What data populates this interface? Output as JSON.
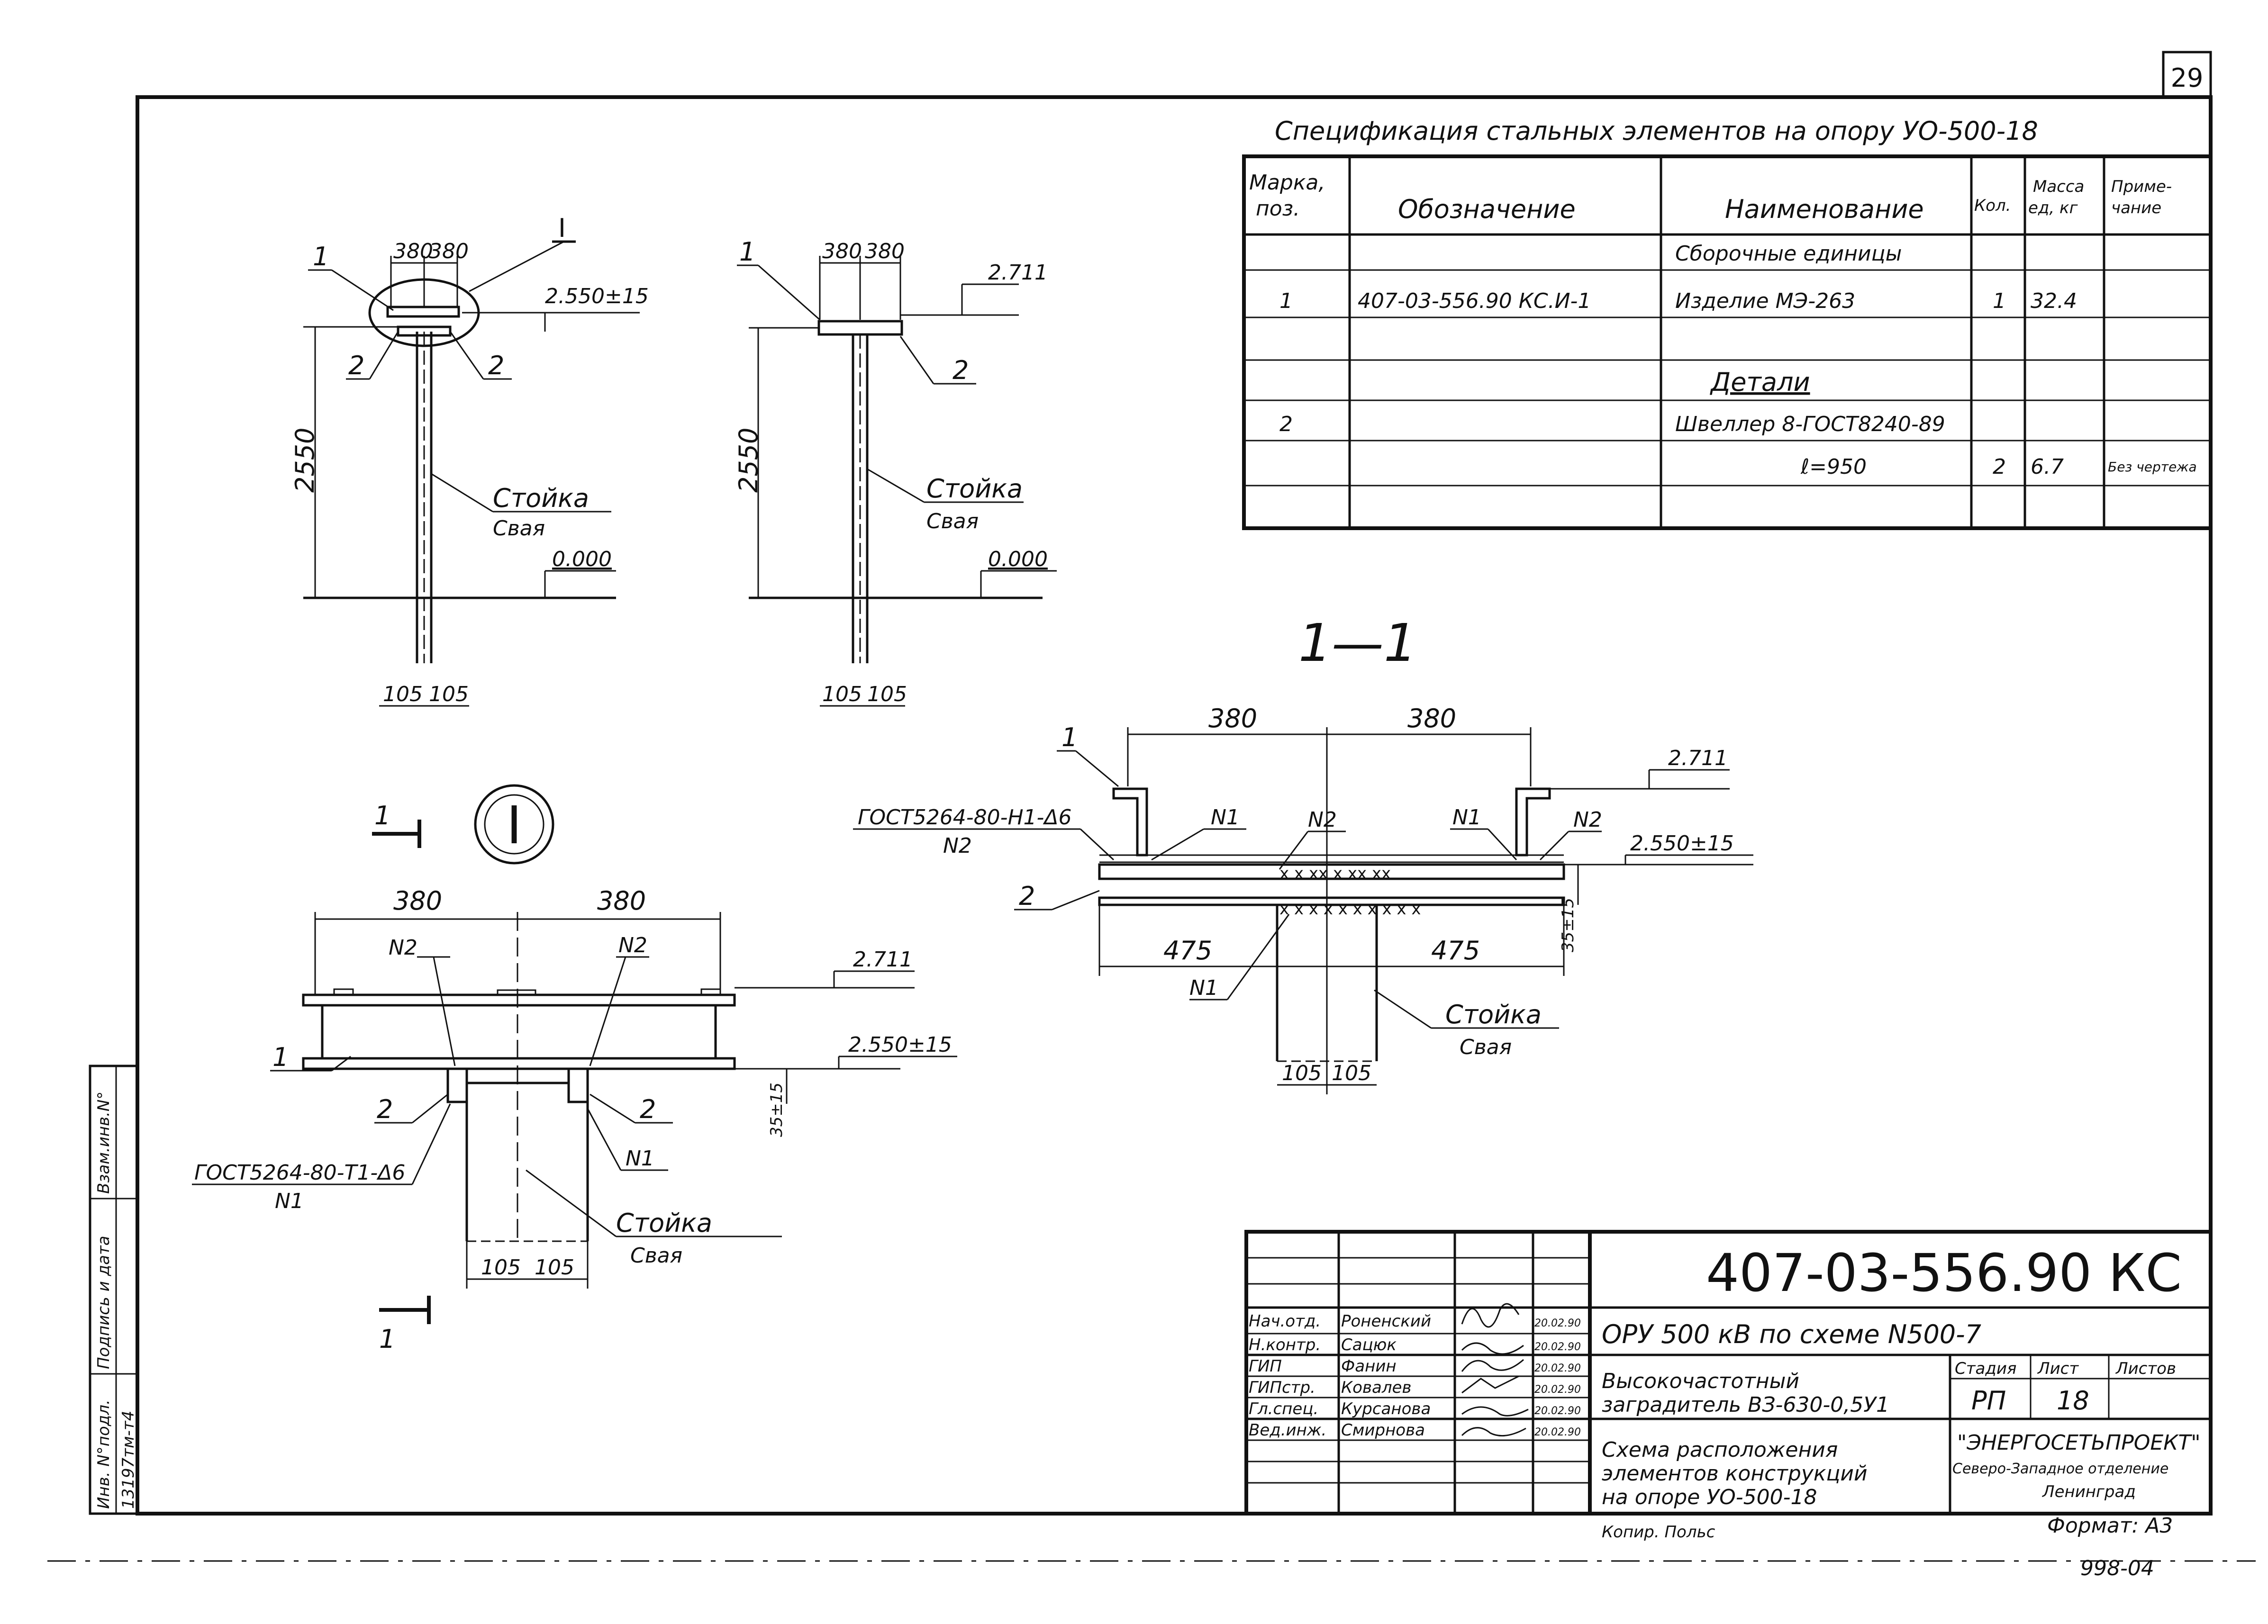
{
  "sheet_number": "29",
  "spec": {
    "title": "Спецификация   стальных элементов   на опору  УО-500-18",
    "headers": {
      "mark": [
        "Марка,",
        "поз."
      ],
      "designation": "Обозначение",
      "name": "Наименование",
      "qty": "Кол.",
      "mass": [
        "Масса",
        "ед, кг"
      ],
      "note": [
        "Приме-",
        "чание"
      ]
    },
    "rows": [
      {
        "mark": "",
        "designation": "",
        "name": "Сборочные единицы",
        "qty": "",
        "mass": "",
        "note": ""
      },
      {
        "mark": "1",
        "designation": "407-03-556.90  КС.И-1",
        "name": "Изделие    МЭ-263",
        "qty": "1",
        "mass": "32.4",
        "note": ""
      },
      {
        "mark": "",
        "designation": "",
        "name": "",
        "qty": "",
        "mass": "",
        "note": ""
      },
      {
        "mark": "",
        "designation": "",
        "name": "Детали",
        "qty": "",
        "mass": "",
        "note": ""
      },
      {
        "mark": "2",
        "designation": "",
        "name": "Швеллер 8-ГОСТ8240-89",
        "qty": "",
        "mass": "",
        "note": ""
      },
      {
        "mark": "",
        "designation": "",
        "name": "ℓ=950",
        "qty": "2",
        "mass": "6.7",
        "note": "Без чертежа"
      },
      {
        "mark": "",
        "designation": "",
        "name": "",
        "qty": "",
        "mass": "",
        "note": ""
      }
    ]
  },
  "view1": {
    "pos1": "1",
    "pos2a": "2",
    "pos2b": "2",
    "callout": "I",
    "dim_top_l": "380",
    "dim_top_r": "380",
    "dim_height": "2550",
    "elev_top": "2.550±15",
    "elev_zero": "0.000",
    "stoika": "Стойка",
    "svaya": "Свая",
    "dim_bot_l": "105",
    "dim_bot_r": "105"
  },
  "view2": {
    "pos1": "1",
    "pos2": "2",
    "dim_top_l": "380",
    "dim_top_r": "380",
    "dim_height": "2550",
    "elev_top": "2.711",
    "elev_zero": "0.000",
    "stoika": "Стойка",
    "svaya": "Свая",
    "dim_bot_l": "105",
    "dim_bot_r": "105"
  },
  "detail_I": {
    "callout": "I",
    "section_mark_top": "1",
    "section_mark_bot": "1",
    "dim_l": "380",
    "dim_r": "380",
    "n2_l": "N2",
    "n2_r": "N2",
    "elev_top": "2.711",
    "elev_mid": "2.550±15",
    "dim_side": "35±15",
    "pos1": "1",
    "pos2_l": "2",
    "pos2_r": "2",
    "weld_note": "ГОСТ5264-80-Т1-Δ6",
    "weld_n": "N1",
    "n1": "N1",
    "stoika": "Стойка",
    "svaya": "Свая",
    "dim_bot_l": "105",
    "dim_bot_r": "105"
  },
  "section_1_1": {
    "title": "1—1",
    "dim_l": "380",
    "dim_r": "380",
    "pos1": "1",
    "weld_note": "ГОСТ5264-80-Н1-Δ6",
    "weld_n": "N2",
    "n1_l": "N1",
    "n2_c": "N2",
    "n1_r": "N1",
    "n2_r": "N2",
    "elev_top": "2.711",
    "elev_mid": "2.550±15",
    "dim_side": "35±15",
    "pos2": "2",
    "dim_475_l": "475",
    "dim_475_r": "475",
    "n1_b": "N1",
    "stoika": "Стойка",
    "svaya": "Свая",
    "dim_bot_l": "105",
    "dim_bot_r": "105"
  },
  "side_stamp": {
    "inv_podl": "Инв. N°подл.",
    "podpis": "Подпись и дата",
    "vzam": "Взам.инв.N°",
    "inv_value": "13197тм-т4"
  },
  "title_block": {
    "code": "407-03-556.90  КС",
    "project": "ОРУ 500 кВ  по  схеме  N500-7",
    "object": [
      "Высокочастотный",
      "заградитель ВЗ-630-0,5У1"
    ],
    "sheet_name": [
      "Схема расположения",
      "элементов конструкций",
      "на опоре  УО-500-18"
    ],
    "stage_h": "Стадия",
    "list_h": "Лист",
    "listov_h": "Листов",
    "stage": "РП",
    "list": "18",
    "listov": "",
    "org": [
      "\"ЭНЕРГОСЕТЬПРОЕКТ\"",
      "Северо-Западное отделение",
      "Ленинград"
    ],
    "people": [
      {
        "role": "Нач.отд.",
        "name": "Роненский",
        "date": "20.02.90"
      },
      {
        "role": "Н.контр.",
        "name": "Сацюк",
        "date": "20.02.90"
      },
      {
        "role": "ГИП",
        "name": "Фанин",
        "date": "20.02.90"
      },
      {
        "role": "ГИПстр.",
        "name": "Ковалев",
        "date": "20.02.90"
      },
      {
        "role": "Гл.спец.",
        "name": "Курсанова",
        "date": "20.02.90"
      },
      {
        "role": "Вед.инж.",
        "name": "Смирнова",
        "date": "20.02.90"
      }
    ]
  },
  "footer": {
    "kopir": "Копир. Польс",
    "format": "Формат: А3",
    "stamp_num": "998-04"
  }
}
